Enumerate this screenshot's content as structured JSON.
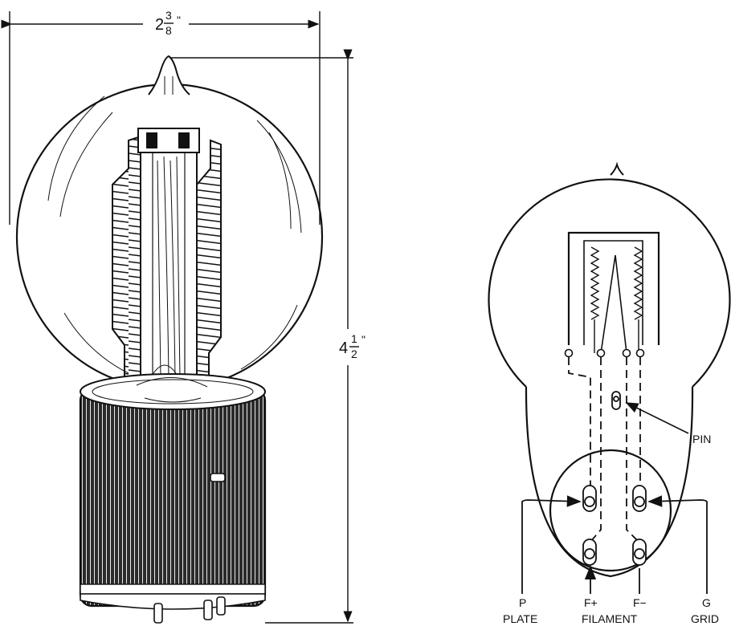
{
  "dimensions": {
    "width_whole": "2",
    "width_num": "3",
    "width_den": "8",
    "width_inch_mark": "\"",
    "height_whole": "4",
    "height_num": "1",
    "height_den": "2",
    "height_inch_mark": "\""
  },
  "schematic": {
    "pin_label": "PIN",
    "terminals": [
      {
        "symbol": "P",
        "name": "PLATE"
      },
      {
        "symbol": "F+",
        "name": ""
      },
      {
        "symbol": "F−",
        "name": ""
      },
      {
        "symbol": "G",
        "name": "GRID"
      }
    ],
    "filament_label": "FILAMENT"
  },
  "colors": {
    "ink": "#111111",
    "paper": "#ffffff"
  }
}
